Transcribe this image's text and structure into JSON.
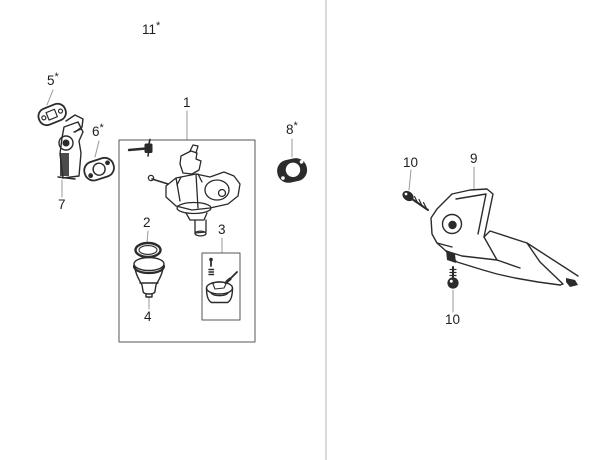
{
  "figure": {
    "kind": "exploded-parts-diagram",
    "panels": 2
  },
  "callouts": [
    {
      "part": "11",
      "label": "11",
      "star": "*"
    },
    {
      "part": "5",
      "label": "5",
      "star": "*"
    },
    {
      "part": "6",
      "label": "6",
      "star": "*"
    },
    {
      "part": "7",
      "label": "7",
      "star": ""
    },
    {
      "part": "1",
      "label": "1",
      "star": ""
    },
    {
      "part": "8",
      "label": "8",
      "star": "*"
    },
    {
      "part": "2",
      "label": "2",
      "star": ""
    },
    {
      "part": "3",
      "label": "3",
      "star": ""
    },
    {
      "part": "4",
      "label": "4",
      "star": ""
    },
    {
      "part": "10",
      "label": "10",
      "star": ""
    },
    {
      "part": "9",
      "label": "9",
      "star": ""
    },
    {
      "part": "10",
      "label": "10",
      "star": ""
    }
  ],
  "colors": {
    "background": "#ffffff",
    "line_art": "#2b2b2b",
    "leader_line": "#999999",
    "group_box": "#555555",
    "divider": "#b5b5b5",
    "label_text": "#1f1f1f"
  }
}
